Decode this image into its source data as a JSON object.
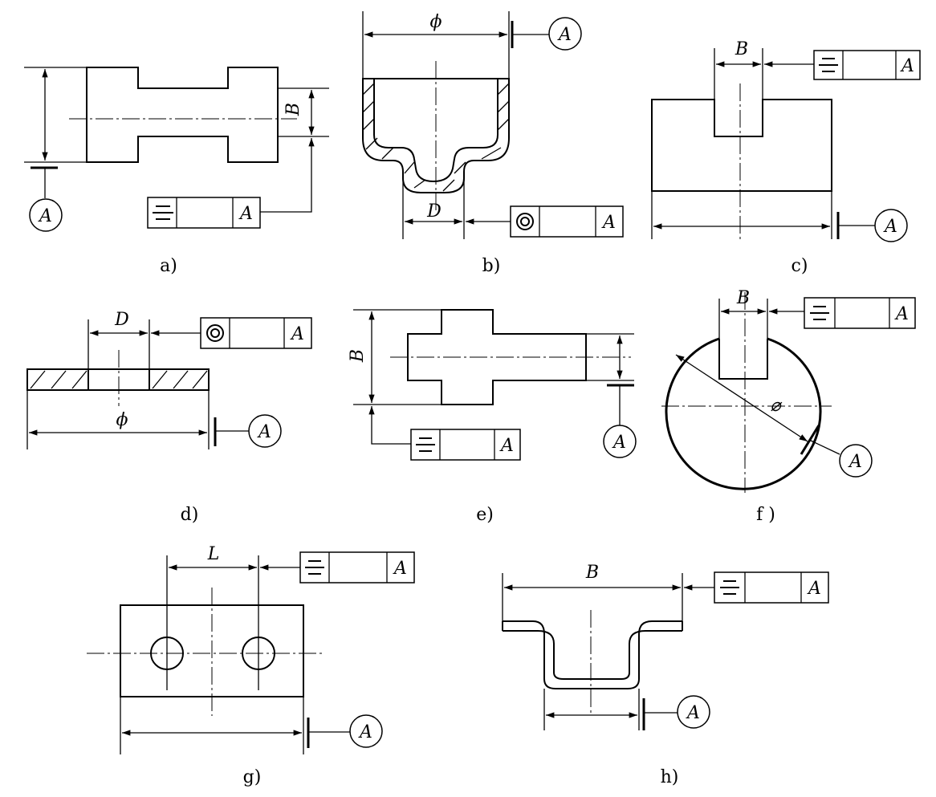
{
  "panels": {
    "a": {
      "caption": "a)",
      "dim": "B",
      "datum": "A"
    },
    "b": {
      "caption": "b)",
      "dim_top": "ϕ",
      "dim_bottom": "D",
      "datum": "A"
    },
    "c": {
      "caption": "c)",
      "dim": "B",
      "datum": "A"
    },
    "d": {
      "caption": "d)",
      "dim_top": "D",
      "dim_bottom": "ϕ",
      "datum": "A"
    },
    "e": {
      "caption": "e)",
      "dim": "B",
      "datum": "A"
    },
    "f": {
      "caption": "f )",
      "dim_top": "B",
      "dim_diam": "⌀",
      "datum": "A"
    },
    "g": {
      "caption": "g)",
      "dim": "L",
      "datum": "A"
    },
    "h": {
      "caption": "h)",
      "dim": "B",
      "datum": "A"
    }
  },
  "frames": {
    "a": {
      "symbol": "symmetry-icon",
      "datum": "A"
    },
    "b": {
      "symbol": "concentricity-icon",
      "datum": "A"
    },
    "c": {
      "symbol": "symmetry-icon",
      "datum": "A"
    },
    "d": {
      "symbol": "concentricity-icon",
      "datum": "A"
    },
    "e": {
      "symbol": "symmetry-icon",
      "datum": "A"
    },
    "f": {
      "symbol": "symmetry-icon",
      "datum": "A"
    },
    "g": {
      "symbol": "symmetry-icon",
      "datum": "A"
    },
    "h": {
      "symbol": "symmetry-icon",
      "datum": "A"
    }
  }
}
